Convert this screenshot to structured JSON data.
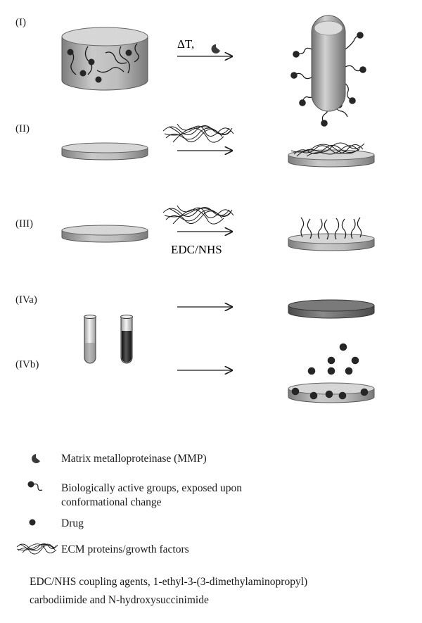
{
  "rows": [
    {
      "label": "(I)",
      "arrow_label": "ΔT,"
    },
    {
      "label": "(II)"
    },
    {
      "label": "(III)",
      "arrow_label": "EDC/NHS"
    },
    {
      "label": "(IVa)"
    },
    {
      "label": "(IVb)"
    }
  ],
  "legend": [
    {
      "icon": "mmp-icon",
      "text": "Matrix metalloproteinase (MMP)"
    },
    {
      "icon": "active-group-icon",
      "text": "Biologically active groups, exposed upon",
      "text2": "conformational change"
    },
    {
      "icon": "drug-icon",
      "text": "Drug"
    },
    {
      "icon": "ecm-icon",
      "text": "ECM proteins/growth factors"
    }
  ],
  "footnote": {
    "line1": "EDC/NHS coupling agents, 1-ethyl-3-(3-dimethylaminopropyl)",
    "line2": "carbodiimide and N-hydroxysuccinimide"
  },
  "colors": {
    "gel_body": "#a9a9a9",
    "gel_top": "#d4d4d4",
    "dark_gel": "#6e6e6e",
    "dot": "#262626",
    "line": "#1a1a1a"
  }
}
